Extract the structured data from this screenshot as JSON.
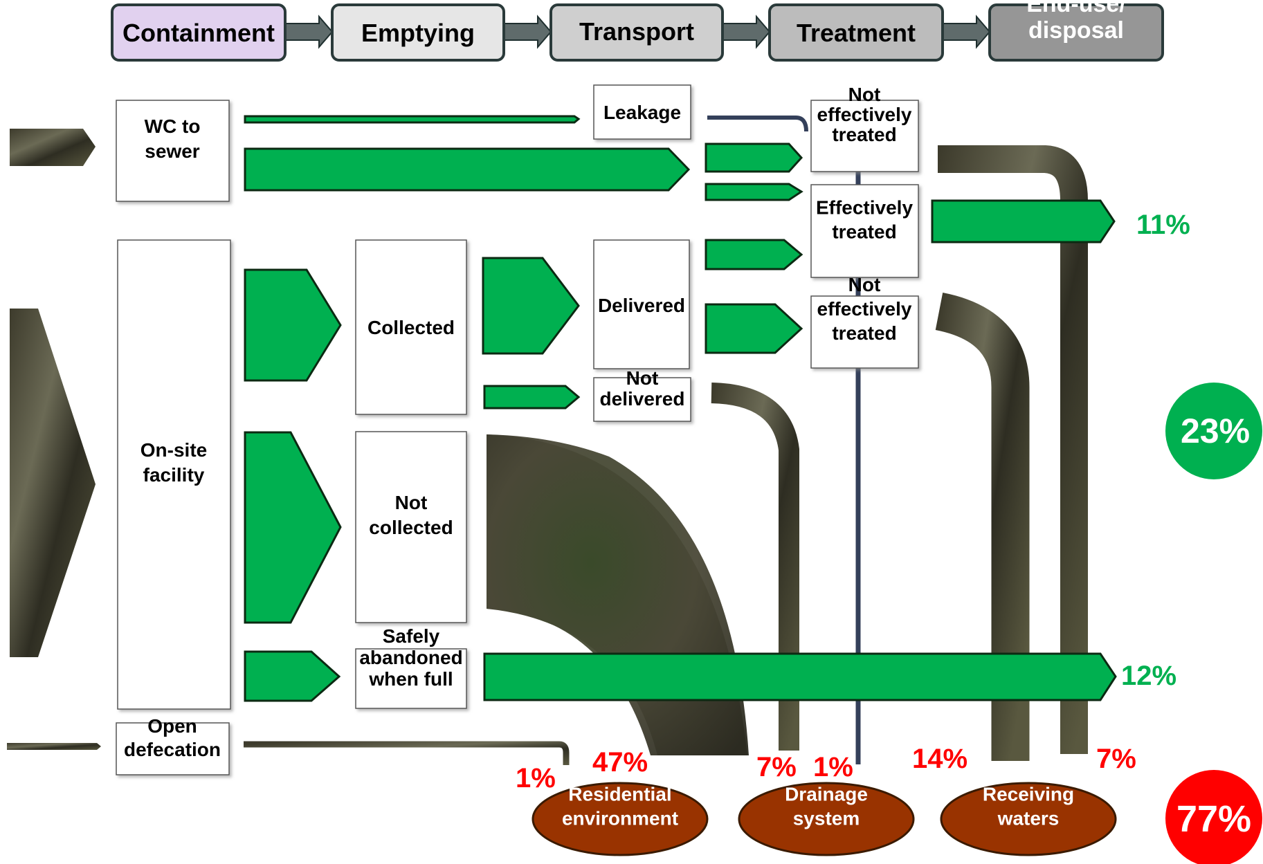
{
  "stages": [
    {
      "label": "Containment",
      "fill": "#e1d1ef"
    },
    {
      "label": "Emptying",
      "fill": "#e6e6e6"
    },
    {
      "label": "Transport",
      "fill": "#cfcfcf"
    },
    {
      "label": "Treatment",
      "fill": "#bcbcbc"
    },
    {
      "label": "End-use/\ndisposal",
      "fill": "#969696"
    }
  ],
  "boxes": {
    "wc_to_sewer": "WC to\nsewer",
    "onsite_facility": "On-site\nfacility",
    "open_defecation": "Open\ndefecation",
    "collected": "Collected",
    "not_collected": "Not\ncollected",
    "safely_abandoned": "Safely\nabandoned\nwhen full",
    "leakage": "Leakage",
    "delivered": "Delivered",
    "not_delivered": "Not\ndelivered",
    "not_effectively_treated_sewer": "Not\neffectively\ntreated",
    "effectively_treated": "Effectively\ntreated",
    "not_effectively_treated_fs": "Not\neffectively\ntreated"
  },
  "safe_outcomes": {
    "effectively_treated_pct": "11%",
    "safely_abandoned_pct": "12%",
    "total_safe_pct": "23%"
  },
  "unsafe_outcomes": {
    "open_defecation_pct": "1%",
    "residential_pct": "47%",
    "not_delivered_pct": "7%",
    "leakage_pct": "1%",
    "fs_not_treated_pct": "14%",
    "sewer_not_treated_pct": "7%",
    "total_unsafe_pct": "77%"
  },
  "destinations": {
    "residential": "Residential\nenvironment",
    "drainage": "Drainage\nsystem",
    "receiving": "Receiving\nwaters"
  },
  "colors": {
    "safe_flow": "#00b050",
    "unsafe_flow": "#4e4a34",
    "unsafe_text": "#ff0000",
    "safe_text": "#00b050",
    "destination": "#993300",
    "unsafe_circle": "#ff0000",
    "safe_circle": "#00b050"
  }
}
